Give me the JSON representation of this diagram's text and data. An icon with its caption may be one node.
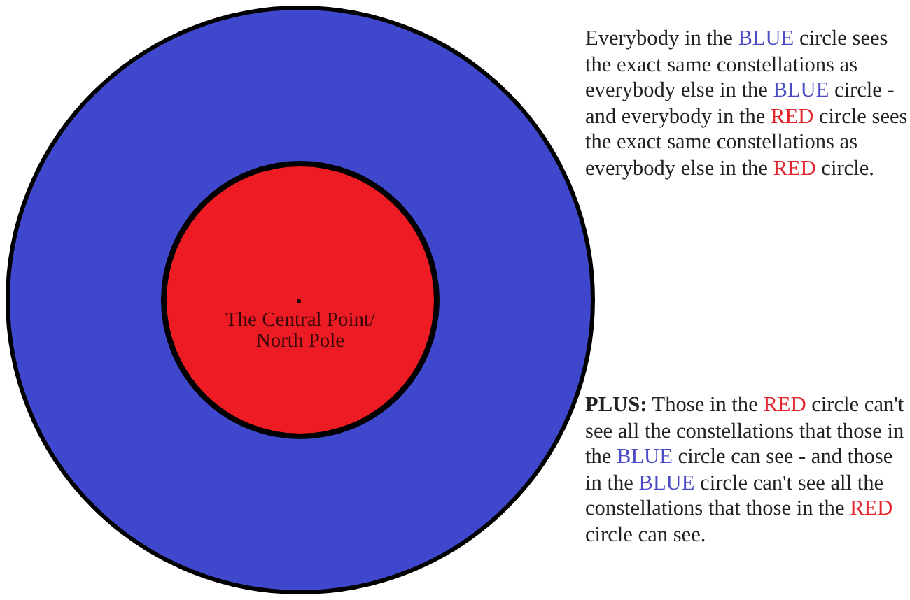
{
  "diagram": {
    "nodes": [
      {
        "text": [],
        "shape": "circle"
      },
      {
        "text": [
          "The Central Point/ North Pole"
        ],
        "in": 0
      }
    ],
    "labels": [
      "Everybody in the BLUE circle sees the exact same constellations as everybody else in the BLUE circle - and everybody in the RED circle sees the exact same constellations as everybody else in the RED circle.",
      "**PLUS:** Those in the RED circle can't see all the constellations that those in the BLUE circle can see - and those in the BLUE circle can't see all the constellations that those in the RED circle can see."
    ]
  }
}
